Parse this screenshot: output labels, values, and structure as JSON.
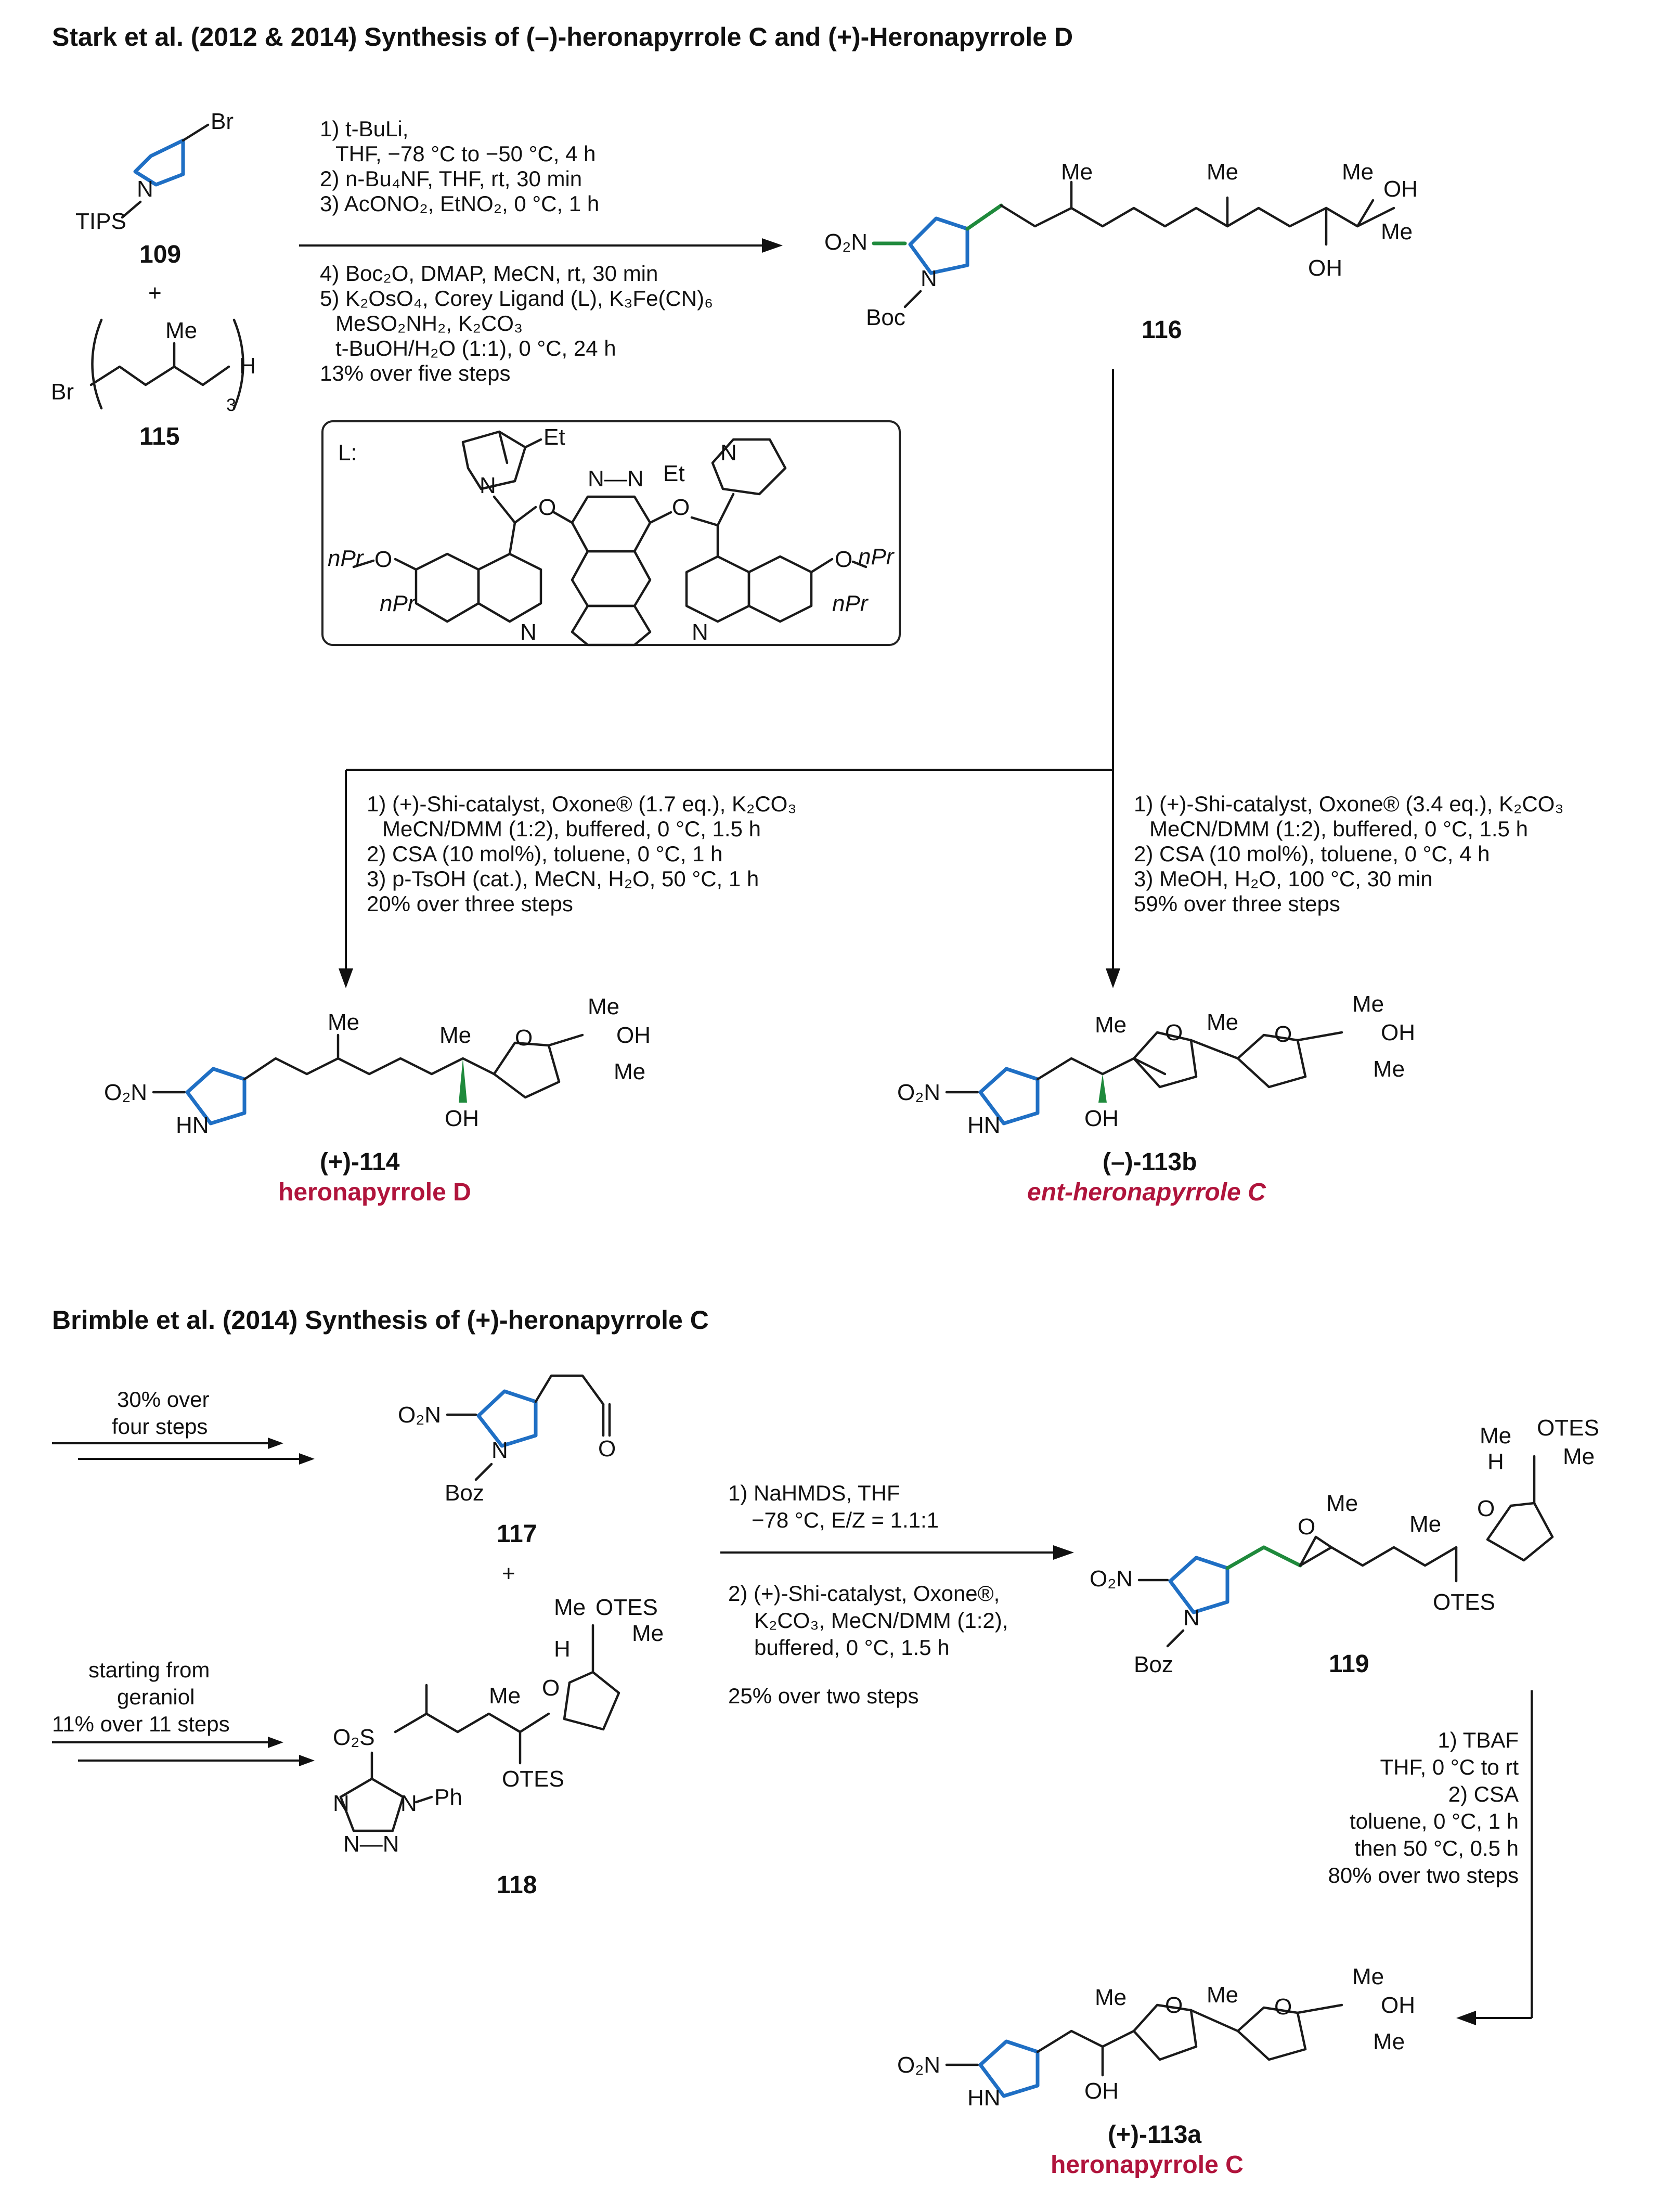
{
  "headings": {
    "stark": "Stark et al. (2012 & 2014) Synthesis of (–)-heronapyrrole C and (+)-Heronapyrrole D",
    "brimble": "Brimble et al. (2014) Synthesis of (+)-heronapyrrole C"
  },
  "compounds": {
    "c109": "109",
    "c115": "115",
    "c116": "116",
    "c114": "(+)-114",
    "c113b": "(–)-113b",
    "c117": "117",
    "c118": "118",
    "c119": "119",
    "c113a": "(+)-113a"
  },
  "names": {
    "d": "heronapyrrole D",
    "entc": "ent-heronapyrrole C",
    "c": "heronapyrrole C"
  },
  "atoms": {
    "br": "Br",
    "tips": "TIPS",
    "n": "N",
    "me": "Me",
    "oh": "OH",
    "o": "O",
    "h": "H",
    "boc": "Boc",
    "boz": "Boz",
    "hn": "HN",
    "o2n": "O₂N",
    "o2s": "O₂S",
    "otes": "OTES",
    "ph": "Ph",
    "et": "Et",
    "npr": "nPr",
    "plus": "+",
    "three": "3",
    "ligand": "L:",
    "nn": "N—N",
    "nnn": "N—N"
  },
  "conditions": {
    "stark_top": [
      "1) t-BuLi,",
      "THF, −78 °C to  −50 °C, 4 h",
      "2) n-Bu₄NF, THF, rt, 30 min",
      "3) AcONO₂, EtNO₂, 0 °C, 1 h",
      "4) Boc₂O, DMAP, MeCN, rt, 30 min",
      "5) K₂OsO₄, Corey Ligand (L), K₃Fe(CN)₆",
      "MeSO₂NH₂, K₂CO₃",
      "t-BuOH/H₂O (1:1), 0 °C, 24 h",
      "13% over five steps"
    ],
    "stark_left": [
      "1) (+)-Shi-catalyst, Oxone® (1.7 eq.), K₂CO₃",
      "MeCN/DMM (1:2), buffered, 0 °C, 1.5 h",
      "2) CSA (10 mol%), toluene, 0 °C, 1 h",
      "3) p-TsOH (cat.), MeCN, H₂O, 50 °C, 1 h",
      "20% over three steps"
    ],
    "stark_right": [
      "1) (+)-Shi-catalyst, Oxone®  (3.4 eq.), K₂CO₃",
      "MeCN/DMM (1:2), buffered, 0 °C, 1.5  h",
      "2) CSA (10 mol%), toluene, 0 °C, 4 h",
      "3) MeOH, H₂O, 100 °C, 30 min",
      "59% over three steps"
    ],
    "brimble_top_left": [
      "30% over",
      "four steps"
    ],
    "brimble_bottom_left": [
      "starting from",
      "geraniol",
      "11% over 11 steps"
    ],
    "brimble_mid": [
      "1) NaHMDS, THF",
      "−78 °C, E/Z = 1.1:1",
      "2) (+)-Shi-catalyst, Oxone®,",
      "K₂CO₃, MeCN/DMM (1:2),",
      "buffered, 0 °C, 1.5 h",
      "25% over two steps"
    ],
    "brimble_right": [
      "1) TBAF",
      "THF, 0 °C to rt",
      "2) CSA",
      "toluene, 0 °C, 1 h",
      "then 50 °C, 0.5 h",
      "80% over two steps"
    ]
  },
  "colors": {
    "pyrrole": "#1f6fc4",
    "new_bond": "#1f8a3c",
    "natural_product": "#b0143c"
  }
}
